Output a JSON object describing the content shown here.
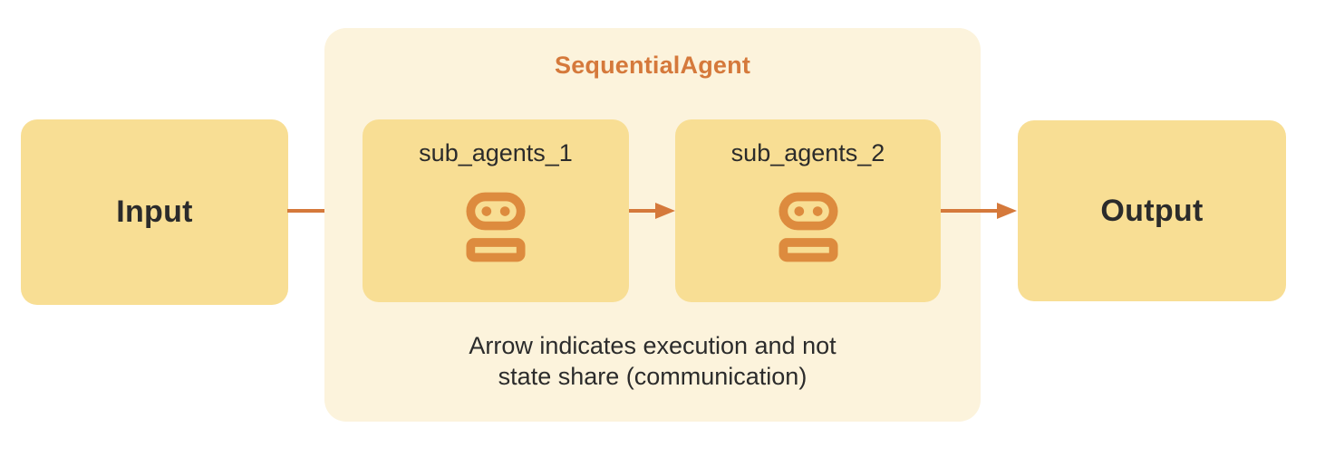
{
  "diagram": {
    "group": {
      "title": "SequentialAgent"
    },
    "nodes": {
      "input": {
        "label": "Input"
      },
      "sub1": {
        "label": "sub_agents_1",
        "icon": "robot-icon"
      },
      "sub2": {
        "label": "sub_agents_2",
        "icon": "robot-icon"
      },
      "output": {
        "label": "Output"
      }
    },
    "edges": [
      {
        "from": "Input",
        "to": "sub_agents_1"
      },
      {
        "from": "sub_agents_1",
        "to": "sub_agents_2"
      },
      {
        "from": "sub_agents_2",
        "to": "Output"
      }
    ],
    "caption": {
      "line1": "Arrow indicates execution and not",
      "line2": "state share (communication)"
    },
    "colors": {
      "background": "#FFFFFF",
      "node_fill": "#F8DE94",
      "group_fill": "#FCF3DC",
      "accent_orange": "#D5793B",
      "icon_orange": "#DD8B3E",
      "text_dark": "#2B2B2B"
    }
  }
}
